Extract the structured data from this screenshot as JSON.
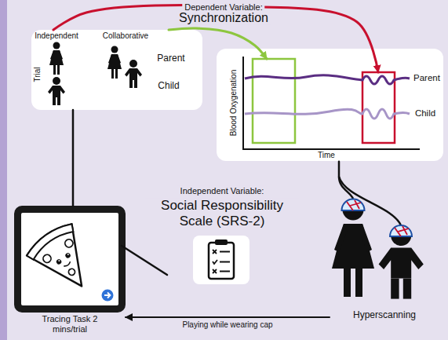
{
  "diagram": {
    "nodes": [
      {
        "text": [
          "Independent",
          "Collaborative",
          "Trial",
          "Parent",
          "Child"
        ]
      },
      {
        "text": [
          "Blood Oxygenation",
          "Time",
          "Parent",
          "Child"
        ]
      },
      {
        "text": [
          "Tracing Task 2 mins/trial"
        ]
      },
      {
        "text": [
          "Hyperscanning"
        ]
      }
    ],
    "edges": [
      {
        "from": 0,
        "to": 1,
        "arrow": "to"
      },
      {
        "from": 0,
        "to": 1,
        "arrow": "to"
      },
      {
        "from": 0,
        "to": 2,
        "arrow": "none"
      },
      {
        "from": 1,
        "to": 3,
        "arrow": "none"
      },
      {
        "from": 3,
        "to": 2,
        "arrow": "to",
        "label": "Playing while wearing cap"
      }
    ],
    "labels": [
      "Dependent Variable:",
      "Synchronization",
      "Independent Variable:",
      "Social Responsibility Scale (SRS-2)"
    ]
  }
}
